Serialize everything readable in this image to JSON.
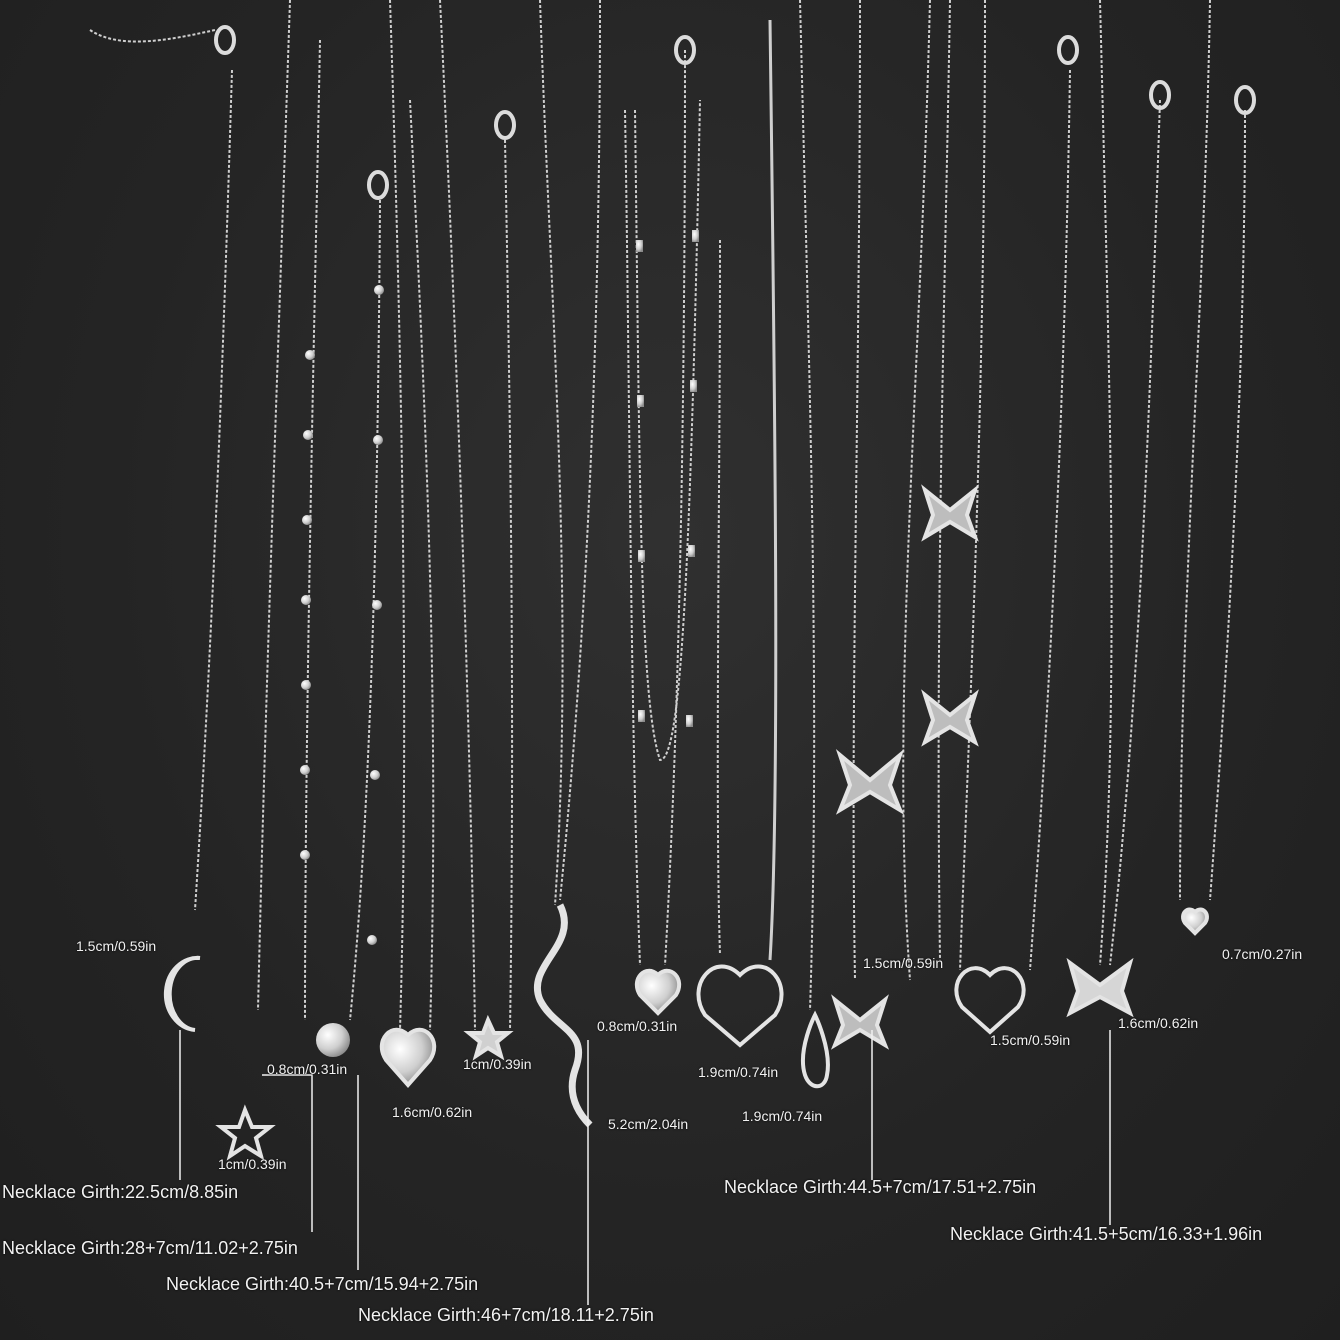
{
  "image": {
    "description_colors": {
      "background": "#262626",
      "metal": "#d9d9d9",
      "text": "#f2f2f2"
    }
  },
  "labels": {
    "moon": "1.5cm/0.59in",
    "star_small": "1cm/0.39in",
    "pearl_gap": "0.8cm/0.31in",
    "puffy_heart": "1.6cm/0.62in",
    "star_arrow": "1cm/0.39in",
    "snake": "5.2cm/2.04in",
    "devil_heart": "0.8cm/0.31in",
    "open_heart": "1.9cm/0.74in",
    "drop": "1.9cm/0.74in",
    "butterfly_a": "1.5cm/0.59in",
    "knot_heart": "1.5cm/0.59in",
    "rhinestone_butterfly": "1.6cm/0.62in",
    "tiny_heart": "0.7cm/0.27in"
  },
  "girths": {
    "g1": "Necklace Girth:22.5cm/8.85in",
    "g2": "Necklace Girth:28+7cm/11.02+2.75in",
    "g3": "Necklace Girth:40.5+7cm/15.94+2.75in",
    "g4": "Necklace Girth:46+7cm/18.11+2.75in",
    "g5": "Necklace Girth:44.5+7cm/17.51+2.75in",
    "g6": "Necklace Girth:41.5+5cm/16.33+1.96in"
  }
}
